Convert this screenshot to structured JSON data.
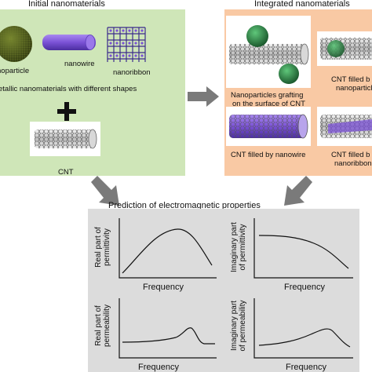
{
  "initial": {
    "title": "Initial nanomaterials",
    "label_nanoparticle": "noparticle",
    "label_nanowire": "nanowire",
    "label_nanoribbon": "nanoribbon",
    "shapes_text": "etallic nanomaterials with different shapes",
    "cnt_label": "CNT"
  },
  "integrated": {
    "title": "Integrated nanomaterials",
    "grafting_line1": "Nanoparticles grafting",
    "grafting_line2": "on the surface of CNT",
    "filled_np_line1": "CNT filled b",
    "filled_np_line2": "nanoparticle",
    "filled_wire": "CNT filled by nanowire",
    "filled_ribbon_line1": "CNT filled b",
    "filled_ribbon_line2": "nanoribbon"
  },
  "prediction": {
    "title": "Prediction of electromagnetic properties",
    "plots": [
      {
        "ylabel1": "Real part of",
        "ylabel2": "permittivity",
        "xlabel": "Frequency"
      },
      {
        "ylabel1": "Imaginary part",
        "ylabel2": "of permittivity",
        "xlabel": "Frequency"
      },
      {
        "ylabel1": "Real part of",
        "ylabel2": "permeability",
        "xlabel": "Frequency"
      },
      {
        "ylabel1": "Imaginary part",
        "ylabel2": "of permeability",
        "xlabel": "Frequency"
      }
    ]
  },
  "colors": {
    "left_panel": "#cfe6b8",
    "right_panel": "#f9c9a4",
    "bottom_panel": "#dcdcdc",
    "arrow": "#7a7a7a",
    "nanoparticle": "#5c6a22",
    "nanowire": "#7b52d6",
    "nanoribbon": "#3b2a8c",
    "graft_particle": "#2e8b4a"
  }
}
